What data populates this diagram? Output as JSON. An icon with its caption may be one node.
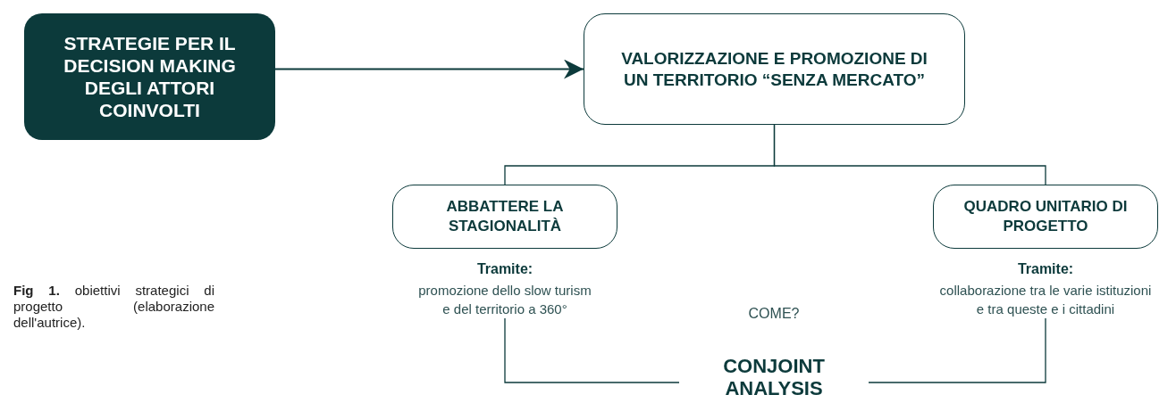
{
  "diagram": {
    "caption": "**Fig 1.** obiettivi strategici di progetto (elaborazione dell'autrice).",
    "nodes": [
      {
        "text": [
          "STRATEGIE PER IL DECISION MAKING DEGLI ATTORI COINVOLTI"
        ]
      },
      {
        "text": [
          "VALORIZZAZIONE E PROMOZIONE DI UN TERRITORIO “SENZA MERCATO”"
        ]
      },
      {
        "text": [
          "ABBATTERE LA STAGIONALITÀ"
        ],
        "beside": [
          "Tramite:",
          "promozione dello slow turism e del territorio a 360°"
        ]
      },
      {
        "text": [
          "QUADRO UNITARIO DI PROGETTO"
        ],
        "beside": [
          "Tramite:",
          "collaborazione tra le varie istituzioni e tra queste e i cittadini"
        ]
      },
      {
        "text": [
          "CONJOINT ANALYSIS"
        ]
      }
    ],
    "edges": [
      {
        "from": 0,
        "to": 1,
        "arrow": "to"
      },
      {
        "from": 1,
        "to": 2,
        "arrow": "none"
      },
      {
        "from": 1,
        "to": 3,
        "arrow": "none"
      },
      {
        "from": 2,
        "to": 4,
        "arrow": "none"
      },
      {
        "from": 3,
        "to": 4,
        "arrow": "none"
      }
    ],
    "labels": [
      "COME?"
    ]
  }
}
